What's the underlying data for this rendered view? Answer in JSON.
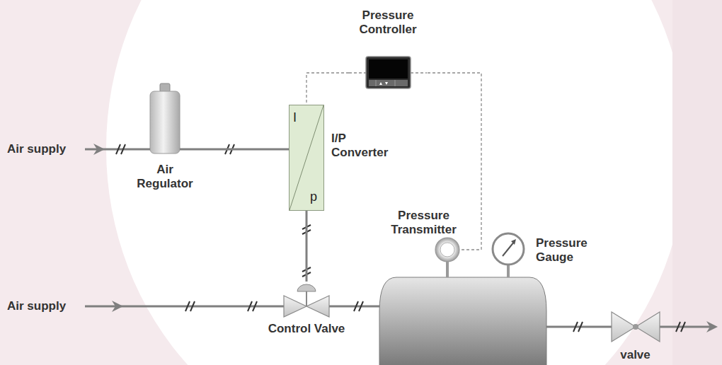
{
  "diagram": {
    "nodes": [
      {
        "text": [
          "Pressure Controller"
        ]
      },
      {
        "text": [
          "Air Regulator"
        ]
      },
      {
        "text": [
          "I/P Converter",
          "I",
          "p"
        ]
      },
      {
        "text": [
          "Pressure Transmitter"
        ]
      },
      {
        "text": [
          "Pressure Gauge"
        ]
      },
      {
        "text": [
          "Control Valve"
        ]
      },
      {
        "text": [
          "valve"
        ]
      }
    ],
    "edges": [
      {
        "from": 0,
        "to": 2,
        "arrow": "none"
      },
      {
        "from": 3,
        "to": 0,
        "arrow": "none"
      },
      {
        "from": 1,
        "to": 2,
        "arrow": "none"
      },
      {
        "from": 2,
        "to": 5,
        "arrow": "none"
      }
    ],
    "labels": [
      "Air supply",
      "Air supply"
    ]
  }
}
